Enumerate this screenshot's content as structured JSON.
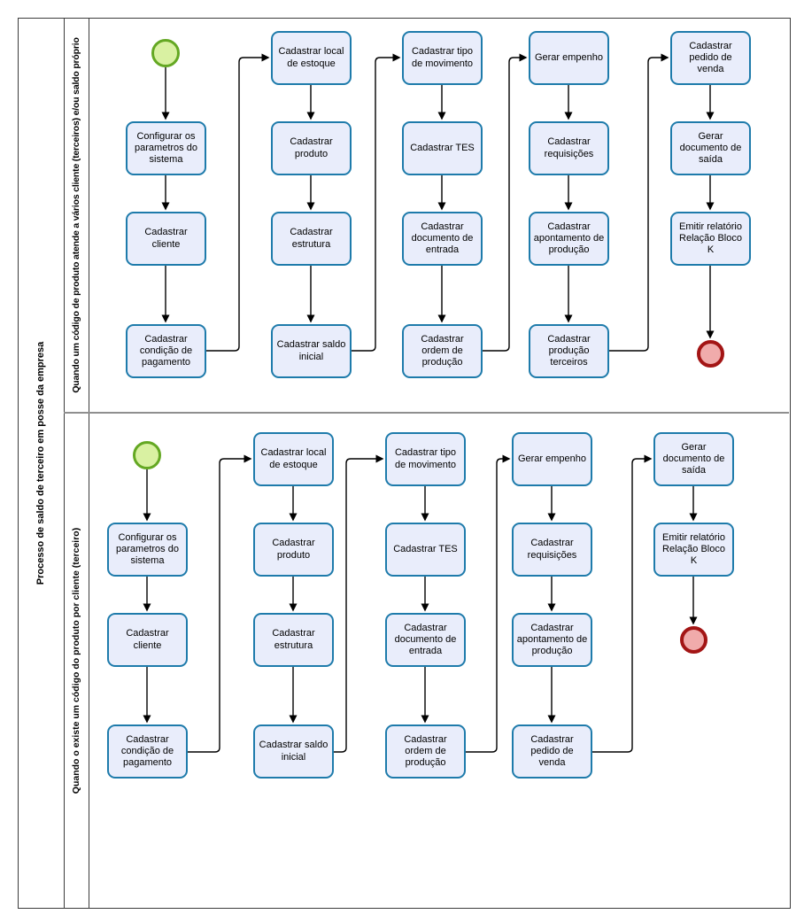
{
  "pool": {
    "title": "Processo de saldo de terceiro em posse da empresa"
  },
  "lanes": [
    {
      "label": "Quando um código de produto atende a vários cliente (terceiros) e/ou saldo próprio",
      "tasks": [
        "Configurar os parametros do sistema",
        "Cadastrar cliente",
        "Cadastrar condição de pagamento",
        "Cadastrar local de estoque",
        "Cadastrar produto",
        "Cadastrar estrutura",
        "Cadastrar saldo inicial",
        "Cadastrar tipo de movimento",
        "Cadastrar TES",
        "Cadastrar documento de entrada",
        "Cadastrar ordem de produção",
        "Gerar empenho",
        "Cadastrar requisições",
        "Cadastrar apontamento de produção",
        "Cadastrar produção terceiros",
        "Cadastrar pedido de venda",
        "Gerar documento de saída",
        "Emitir relatório Relação Bloco K"
      ]
    },
    {
      "label": "Quando o existe um código do produto por cliente (terceiro)",
      "tasks": [
        "Configurar os parametros do sistema",
        "Cadastrar cliente",
        "Cadastrar condição de pagamento",
        "Cadastrar local de estoque",
        "Cadastrar produto",
        "Cadastrar estrutura",
        "Cadastrar saldo inicial",
        "Cadastrar tipo de movimento",
        "Cadastrar TES",
        "Cadastrar documento de entrada",
        "Cadastrar ordem de produção",
        "Gerar empenho",
        "Cadastrar requisições",
        "Cadastrar apontamento de produção",
        "Cadastrar pedido de venda",
        "Gerar documento de saída",
        "Emitir relatório Relação Bloco K"
      ]
    }
  ],
  "colors": {
    "task_fill": "#e9edfb",
    "task_border": "#1e7bab",
    "start_event_fill": "#d9f1a2",
    "start_event_border": "#64a823",
    "end_event_fill": "#f0abab",
    "end_event_border": "#a31515",
    "connector": "#000000",
    "lane_divider": "#8f8f8f"
  }
}
